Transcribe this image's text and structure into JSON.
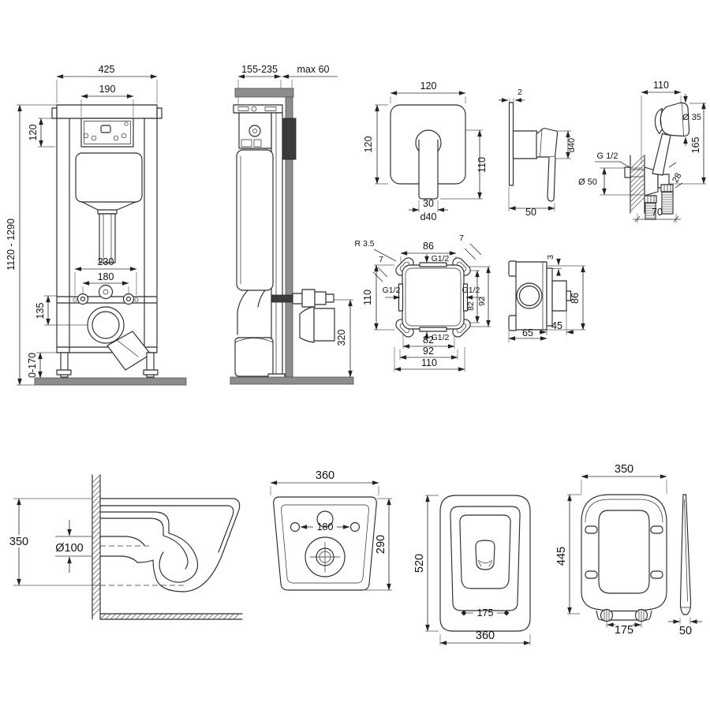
{
  "drawing_labels": {
    "frame_front": {
      "total_width": "425",
      "plate_width": "190",
      "plate_height": "120",
      "frame_height": "1120 - 1290",
      "fixing_span": "230",
      "supply_span": "180",
      "drain_offset": "135",
      "leg_adjust": "0-170"
    },
    "frame_side": {
      "depth": "155-235",
      "wall_max": "max 60",
      "outlet_height": "320"
    },
    "mixer_front": {
      "width": "120",
      "height": "120",
      "handle_length": "110",
      "handle_width": "30",
      "handle_dia": "d40"
    },
    "mixer_side": {
      "plate_thickness": "2",
      "body_dia": "d40",
      "depth": "50"
    },
    "hand_shower": {
      "width": "110",
      "head_dia": "Ø 35",
      "height": "165",
      "thread": "G 1/2",
      "flange_dia": "Ø 50",
      "grip": "28",
      "base_span": "70"
    },
    "manifold_front": {
      "corner_radius": "R 3.5",
      "tab_right": "7",
      "tab_left": "7",
      "hole_span": "86",
      "thread_top": "G1/2",
      "thread_left": "G1/2",
      "thread_right": "G1/2",
      "thread_bottom": "G1/2",
      "height": "110",
      "inner_height": "82",
      "mid_height": "92",
      "inner_width": "82",
      "mid_width": "92",
      "width": "110"
    },
    "manifold_side": {
      "lip": "3",
      "height": "86",
      "inner_depth": "45",
      "depth": "65"
    },
    "bowl_side": {
      "height": "350",
      "drain_dia": "Ø100"
    },
    "bowl_back": {
      "width": "360",
      "hole_span": "180",
      "height": "290"
    },
    "bowl_plan": {
      "length": "520",
      "seat_hole_span": "175",
      "width": "360"
    },
    "seat": {
      "width": "350",
      "length": "445",
      "hinge_span": "175",
      "profile_height": "50"
    }
  }
}
